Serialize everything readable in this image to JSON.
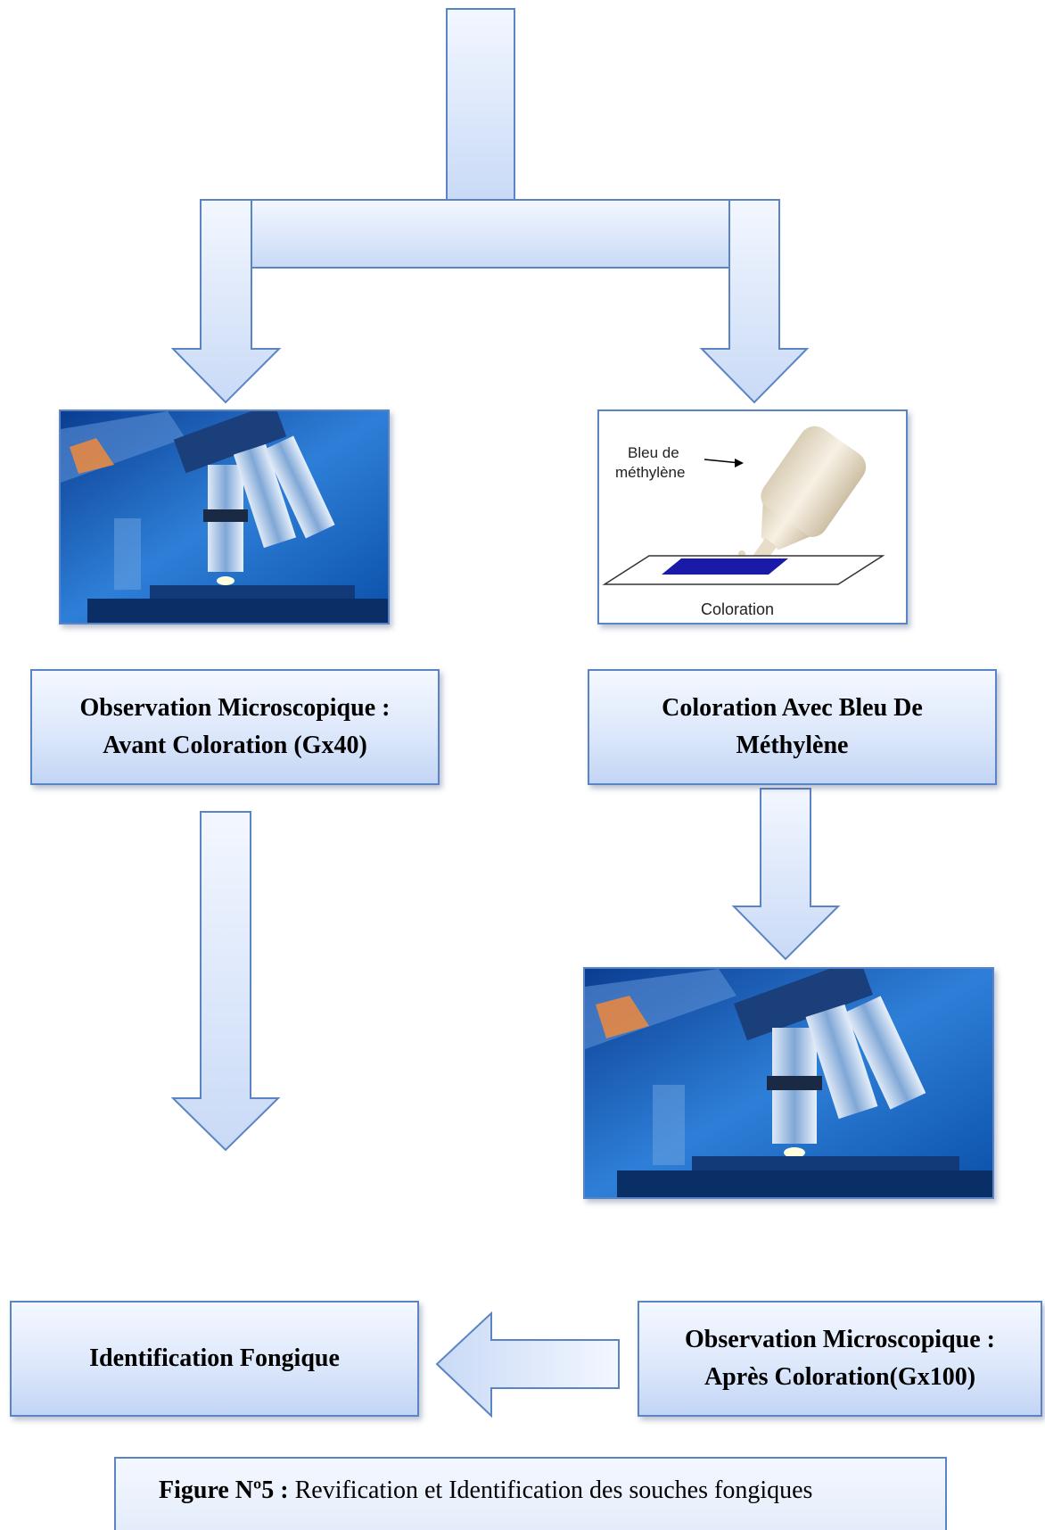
{
  "boxes": {
    "obs_before": {
      "line1": "Observation Microscopique :",
      "line2": "Avant Coloration (Gx40)"
    },
    "stain": {
      "line1": "Coloration Avec Bleu De",
      "line2": "Méthylène"
    },
    "obs_after": {
      "line1": "Observation Microscopique :",
      "line2": "Après Coloration(Gx100)"
    },
    "identification": {
      "label": "Identification Fongique"
    }
  },
  "stain_illustration": {
    "bottle_label_line1": "Bleu de",
    "bottle_label_line2": "méthylène",
    "slide_label": "Coloration"
  },
  "caption": {
    "label": "Figure Nº5 :",
    "text": " Revification et Identification des souches fongiques"
  },
  "colors": {
    "box_border": "#5b84c4",
    "box_fill": "#dde8fb",
    "stain_blue": "#1a1aa8"
  }
}
